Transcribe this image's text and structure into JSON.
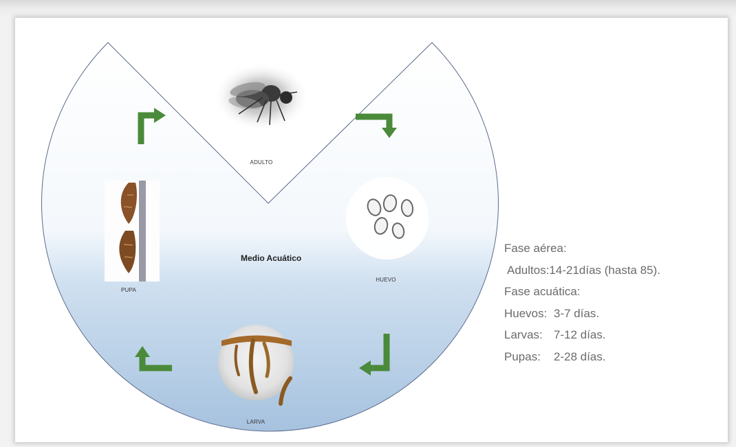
{
  "diagram": {
    "center_label": "Medio Acuático",
    "stages": {
      "adulto": "ADULTO",
      "huevo": "HUEVO",
      "larva": "LARVA",
      "pupa": "PUPA"
    },
    "colors": {
      "arrow": "#4a8a3a",
      "outline": "#5a6a8a",
      "water_top": "#ffffff",
      "water_bottom": "#aac5e1"
    },
    "icons": {
      "adulto": "fly-image",
      "huevo": "eggs-image",
      "larva": "larvae-image",
      "pupa": "pupa-image"
    }
  },
  "info": {
    "fase_aerea": "Fase aérea:",
    "adultos": "Adultos:14-21días (hasta 85).",
    "fase_acuatica": "Fase acuática:",
    "huevos_label": "Huevos:",
    "huevos_value": "3-7 días.",
    "larvas_label": "Larvas:",
    "larvas_value": "7-12 días.",
    "pupas_label": "Pupas:",
    "pupas_value": "2-28 días."
  }
}
